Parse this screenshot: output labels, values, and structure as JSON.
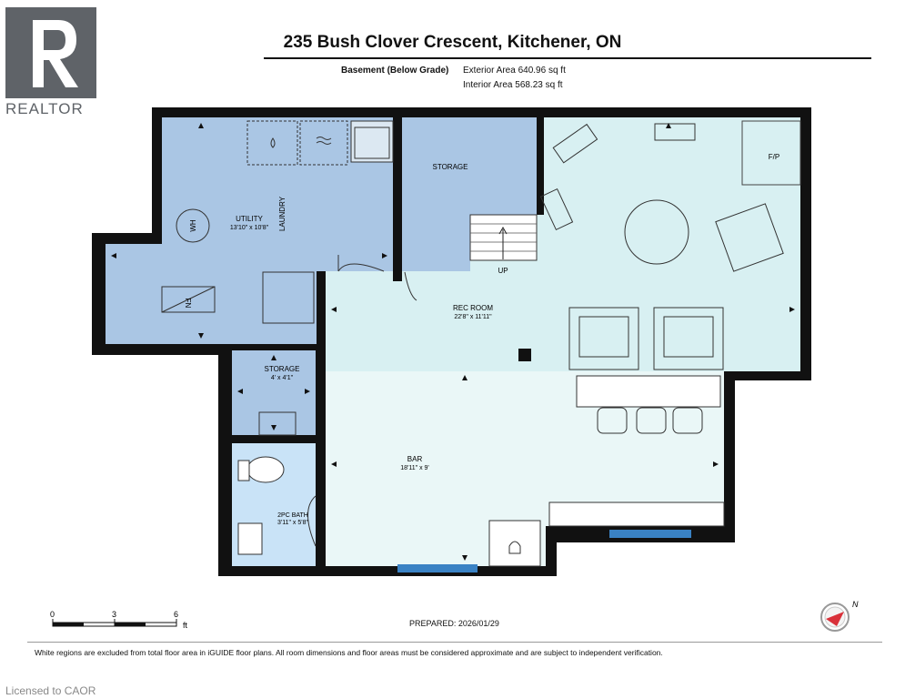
{
  "header": {
    "brand_word": "REALTOR",
    "title": "235 Bush Clover Crescent, Kitchener, ON",
    "subtitle": "Basement (Below Grade)",
    "exterior_area": "Exterior Area 640.96 sq ft",
    "interior_area": "Interior Area 568.23 sq ft"
  },
  "rooms": {
    "utility_name": "UTILITY",
    "utility_dims": "13'10\" x 10'8\"",
    "laundry": "LAUNDRY",
    "wh": "WH",
    "fn": "FN",
    "storage_top": "STORAGE",
    "up": "UP",
    "fp": "F/P",
    "rec_name": "REC ROOM",
    "rec_dims": "22'8\" x 11'11\"",
    "storage_small_name": "STORAGE",
    "storage_small_dims": "4' x 4'1\"",
    "bar_name": "BAR",
    "bar_dims": "18'11\" x 9'",
    "bath_name": "2PC BATH",
    "bath_dims": "3'11\" x 5'8\""
  },
  "scale": {
    "tick0": "0",
    "tick1": "3",
    "tick2": "6",
    "unit": "ft"
  },
  "compass_letter": "N",
  "prepared": "PREPARED: 2026/01/29",
  "disclaimer": "White regions are excluded from total floor area in iGUIDE floor plans. All room dimensions and floor areas must be considered approximate and are subject to independent verification.",
  "watermark": "Licensed to CAOR",
  "colors": {
    "utility": "#aac6e4",
    "rec": "#d8f0f2",
    "bar": "#eaf7f7",
    "bath": "#c9e3f7",
    "wall": "#111111",
    "window": "#3a82c4",
    "logo": "#5f6368"
  }
}
